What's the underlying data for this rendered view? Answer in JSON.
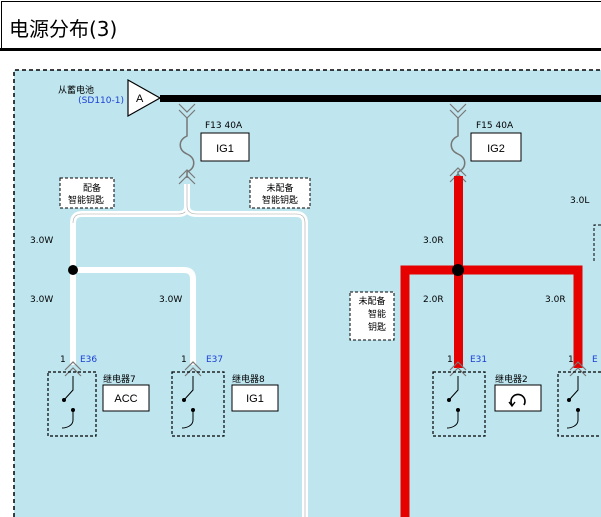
{
  "title": "电源分布(3)",
  "source": {
    "label": "从蓄电池",
    "ref": "(SD110-1)",
    "connector": "A"
  },
  "fuses": [
    {
      "rating": "F13 40A",
      "name": "IG1"
    },
    {
      "rating": "F15 40A",
      "name": "IG2"
    }
  ],
  "key_labels": {
    "with_smart_key_1": "配备",
    "with_smart_key_2": "智能钥匙",
    "without_smart_key_1": "未配备",
    "without_smart_key_2": "智能钥匙",
    "mid_1": "未配备",
    "mid_2": "智能",
    "mid_3": "钥匙"
  },
  "wires": {
    "w1": "3.0W",
    "w2": "3.0W",
    "w3": "3.0W",
    "r1": "3.0R",
    "r2": "2.0R",
    "r3": "3.0R",
    "l1": "3.0L"
  },
  "relays": [
    {
      "pin": "1",
      "connector": "E36",
      "label": "继电器7",
      "name": "ACC"
    },
    {
      "pin": "1",
      "connector": "E37",
      "label": "继电器8",
      "name": "IG1"
    },
    {
      "pin": "1",
      "connector": "E31",
      "label": "继电器2",
      "name": ""
    },
    {
      "pin": "1",
      "connector": "E",
      "label": "",
      "name": ""
    }
  ],
  "colors": {
    "panel": "#bfe6ef",
    "red": "#e60000",
    "wire_white": "#ffffff",
    "link": "#1a3fd6"
  }
}
